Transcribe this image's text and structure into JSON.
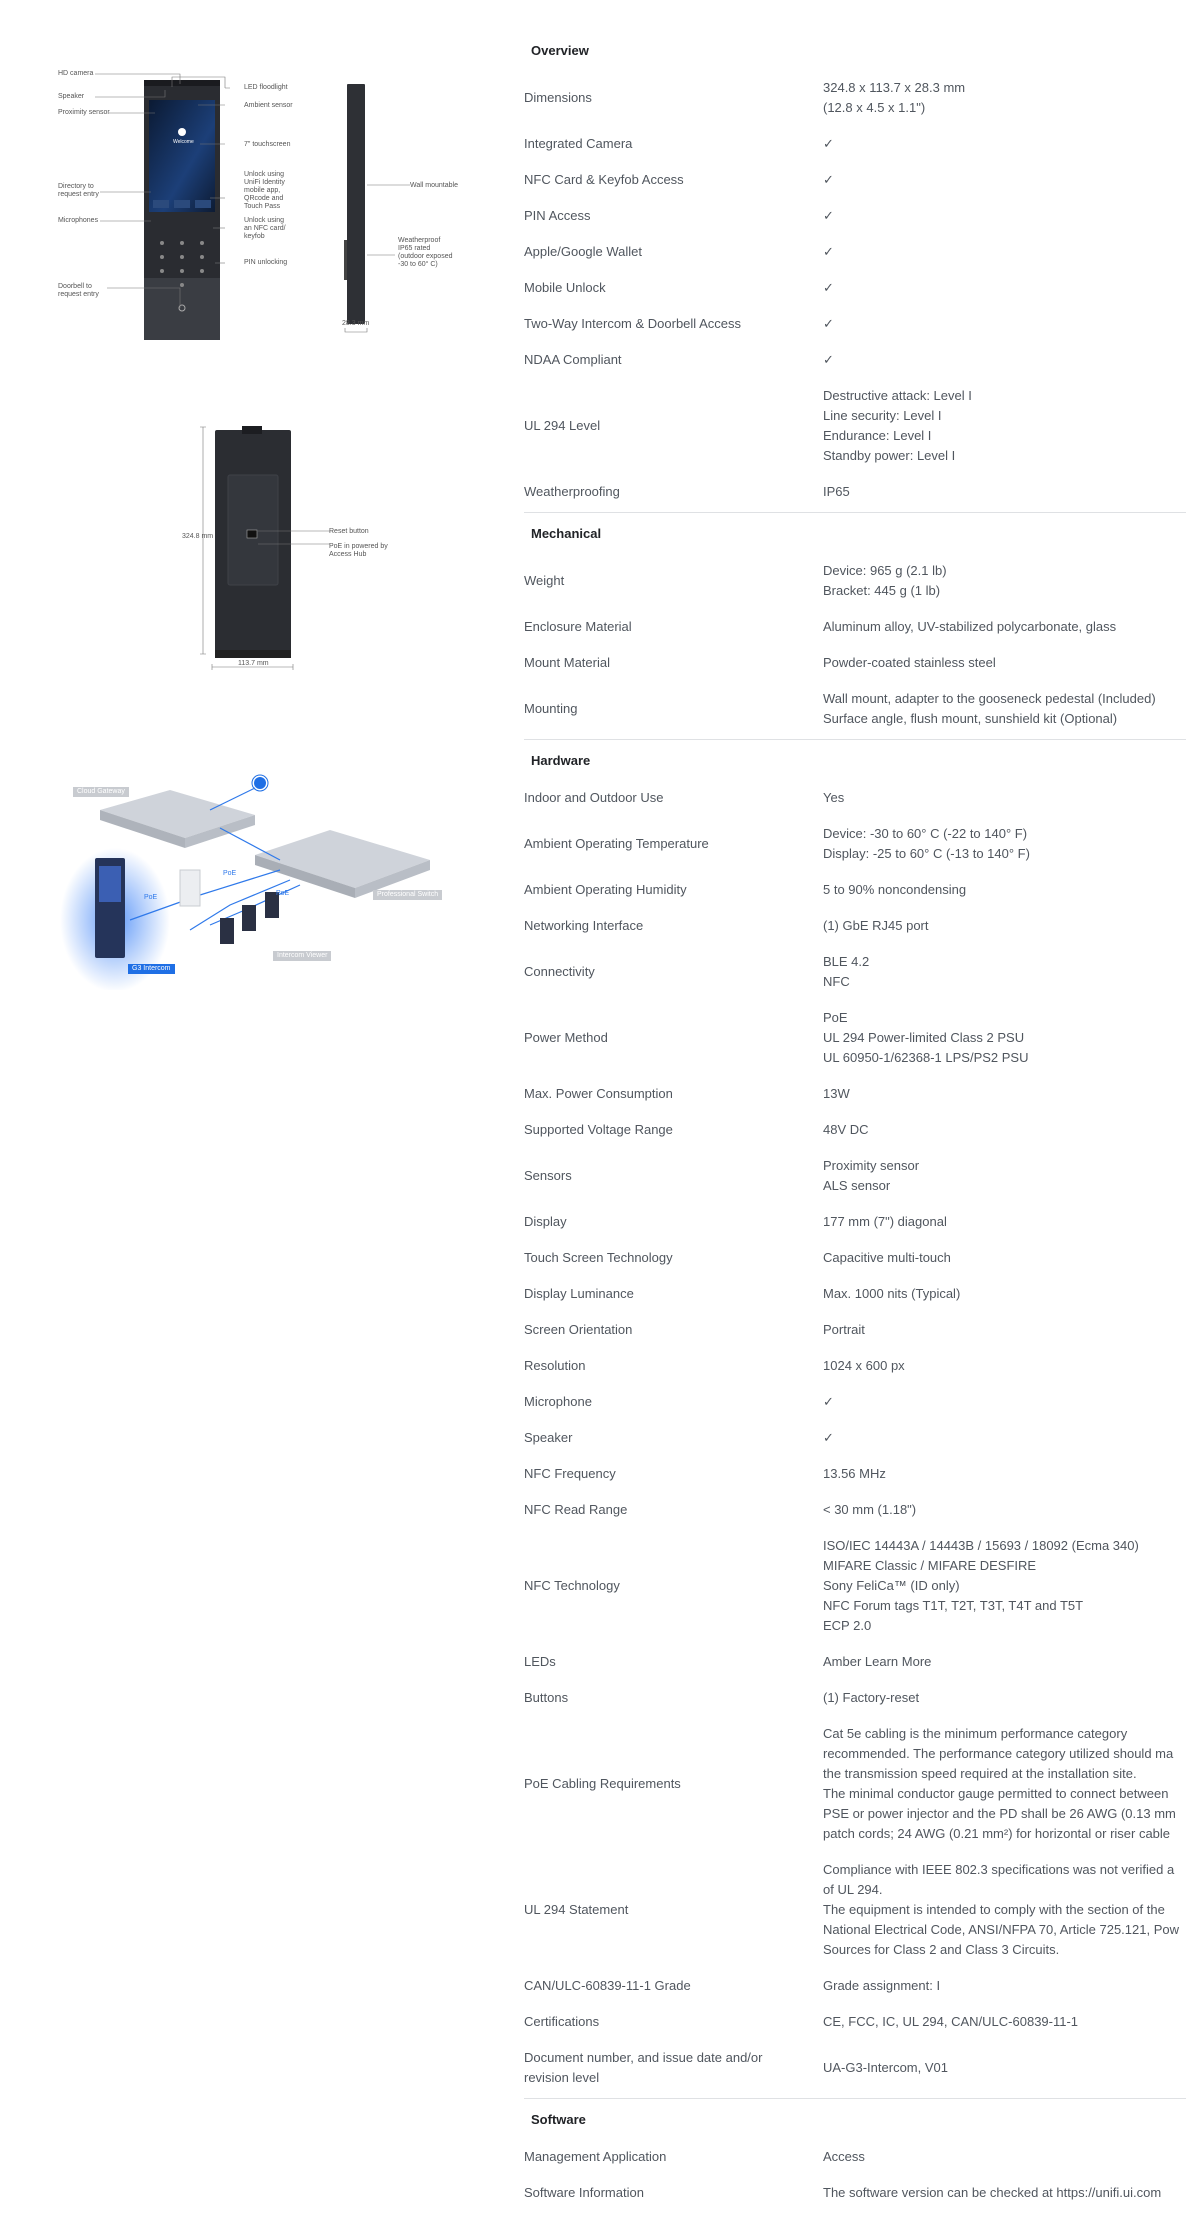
{
  "figures": {
    "front": {
      "callouts_left": [
        "HD camera",
        "Speaker",
        "Proximity sensor",
        "Directory to request entry",
        "Microphones",
        "Doorbell to request entry"
      ],
      "callouts_right": [
        "LED floodlight",
        "Ambient sensor",
        "7\" touchscreen",
        "Unlock using UniFi Identity mobile app, QRcode and Touch Pass",
        "Unlock using an NFC card/ keyfob",
        "PIN unlocking"
      ],
      "screen_title": "Welcome",
      "side_callouts": [
        "Wall mountable",
        "Weatherproof IP65 rated (outdoor exposed -30 to 60° C)"
      ],
      "side_depth": "28.3 mm"
    },
    "back": {
      "height_label": "324.8 mm",
      "width_label": "113.7 mm",
      "callouts": [
        "Reset button",
        "PoE in powered by Access Hub"
      ]
    },
    "topology": {
      "labels": [
        "Cloud Gateway",
        "Professional Switch",
        "G3 Intercom",
        "Intercom Viewer"
      ],
      "poe_label": "PoE"
    }
  },
  "sections": [
    {
      "title": "Overview",
      "rows": [
        {
          "key": "Dimensions",
          "lines": [
            "324.8 x 113.7 x 28.3 mm",
            "(12.8 x 4.5 x 1.1\")"
          ]
        },
        {
          "key": "Integrated Camera",
          "lines": [
            "✓"
          ]
        },
        {
          "key": "NFC Card & Keyfob Access",
          "lines": [
            "✓"
          ]
        },
        {
          "key": "PIN Access",
          "lines": [
            "✓"
          ]
        },
        {
          "key": "Apple/Google Wallet",
          "lines": [
            "✓"
          ]
        },
        {
          "key": "Mobile Unlock",
          "lines": [
            "✓"
          ]
        },
        {
          "key": "Two-Way Intercom & Doorbell Access",
          "lines": [
            "✓"
          ]
        },
        {
          "key": "NDAA Compliant",
          "lines": [
            "✓"
          ]
        },
        {
          "key": "UL 294 Level",
          "lines": [
            "Destructive attack: Level I",
            "Line security: Level I",
            "Endurance: Level I",
            "Standby power: Level I"
          ]
        },
        {
          "key": "Weatherproofing",
          "lines": [
            "IP65"
          ]
        }
      ]
    },
    {
      "title": "Mechanical",
      "rows": [
        {
          "key": "Weight",
          "lines": [
            "Device: 965 g (2.1 lb)",
            "Bracket: 445 g (1 lb)"
          ]
        },
        {
          "key": "Enclosure Material",
          "lines": [
            "Aluminum alloy, UV-stabilized polycarbonate, glass"
          ]
        },
        {
          "key": "Mount Material",
          "lines": [
            "Powder-coated stainless steel"
          ]
        },
        {
          "key": "Mounting",
          "lines": [
            "Wall mount, adapter to the gooseneck pedestal (Included)",
            "Surface angle, flush mount, sunshield kit (Optional)"
          ]
        }
      ]
    },
    {
      "title": "Hardware",
      "rows": [
        {
          "key": "Indoor and Outdoor Use",
          "lines": [
            "Yes"
          ]
        },
        {
          "key": "Ambient Operating Temperature",
          "lines": [
            "Device: -30 to 60° C (-22 to 140° F)",
            "Display: -25 to 60° C (-13 to 140° F)"
          ]
        },
        {
          "key": "Ambient Operating Humidity",
          "lines": [
            "5 to 90% noncondensing"
          ]
        },
        {
          "key": "Networking Interface",
          "lines": [
            "(1) GbE RJ45 port"
          ]
        },
        {
          "key": "Connectivity",
          "lines": [
            "BLE 4.2",
            "NFC"
          ]
        },
        {
          "key": "Power Method",
          "lines": [
            "PoE",
            "UL 294 Power-limited Class 2 PSU",
            "UL 60950-1/62368-1 LPS/PS2 PSU"
          ]
        },
        {
          "key": "Max. Power Consumption",
          "lines": [
            "13W"
          ]
        },
        {
          "key": "Supported Voltage Range",
          "lines": [
            "48V DC"
          ]
        },
        {
          "key": "Sensors",
          "lines": [
            "Proximity sensor",
            "ALS sensor"
          ]
        },
        {
          "key": "Display",
          "lines": [
            "177 mm (7\") diagonal"
          ]
        },
        {
          "key": "Touch Screen Technology",
          "lines": [
            "Capacitive multi-touch"
          ]
        },
        {
          "key": "Display Luminance",
          "lines": [
            "Max. 1000 nits (Typical)"
          ]
        },
        {
          "key": "Screen Orientation",
          "lines": [
            "Portrait"
          ]
        },
        {
          "key": "Resolution",
          "lines": [
            "1024 x 600 px"
          ]
        },
        {
          "key": "Microphone",
          "lines": [
            "✓"
          ]
        },
        {
          "key": "Speaker",
          "lines": [
            "✓"
          ]
        },
        {
          "key": "NFC Frequency",
          "lines": [
            "13.56 MHz"
          ]
        },
        {
          "key": "NFC Read Range",
          "lines": [
            "< 30 mm (1.18\")"
          ]
        },
        {
          "key": "NFC Technology",
          "lines": [
            "ISO/IEC 14443A / 14443B / 15693 / 18092 (Ecma 340)",
            "MIFARE Classic / MIFARE DESFIRE",
            "Sony FeliCa™ (ID only)",
            "NFC Forum tags T1T, T2T, T3T, T4T and T5T",
            "ECP 2.0"
          ]
        },
        {
          "key": "LEDs",
          "lines": [
            "Amber Learn More"
          ]
        },
        {
          "key": "Buttons",
          "lines": [
            "(1) Factory-reset"
          ]
        },
        {
          "key": "PoE Cabling Requirements",
          "lines": [
            "Cat 5e cabling is the minimum performance category",
            "recommended. The performance category utilized should ma",
            "the transmission speed required at the installation site.",
            "The minimal conductor gauge permitted to connect between",
            "PSE or power injector and the PD shall be 26 AWG (0.13 mm",
            "patch cords; 24 AWG (0.21 mm²) for horizontal or riser cable"
          ]
        },
        {
          "key": "UL 294 Statement",
          "lines": [
            "Compliance with IEEE 802.3 specifications was not verified a",
            "of UL 294.",
            "The equipment is intended to comply with the section of the",
            "National Electrical Code, ANSI/NFPA 70, Article 725.121, Pow",
            "Sources for Class 2 and Class 3 Circuits."
          ]
        },
        {
          "key": "CAN/ULC-60839-11-1 Grade",
          "lines": [
            "Grade assignment: I"
          ]
        },
        {
          "key": "Certifications",
          "lines": [
            "CE, FCC, IC, UL 294, CAN/ULC-60839-11-1"
          ]
        },
        {
          "key": "Document number, and issue date and/or revision level",
          "keylines": [
            "Document number, and issue date and/or",
            "revision level"
          ],
          "lines": [
            "UA-G3-Intercom, V01"
          ]
        }
      ]
    },
    {
      "title": "Software",
      "rows": [
        {
          "key": "Management Application",
          "lines": [
            "Access"
          ]
        },
        {
          "key": "Software Information",
          "lines": [
            "The software version can be checked at https://unifi.ui.com"
          ]
        }
      ]
    }
  ]
}
